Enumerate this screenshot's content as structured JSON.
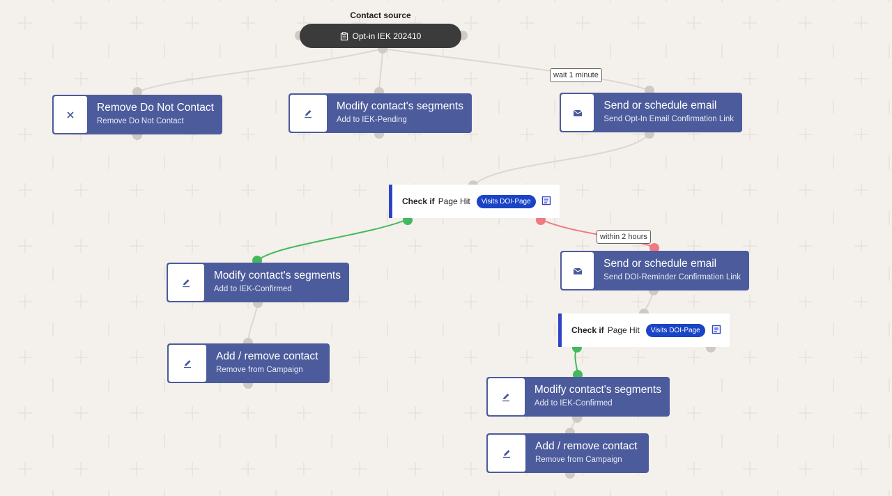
{
  "source": {
    "title": "Contact source",
    "name": "Opt-in IEK 202410",
    "icon": "clipboard-icon"
  },
  "actions": {
    "remove_dnc": {
      "title": "Remove Do Not Contact",
      "subtitle": "Remove Do Not Contact",
      "icon": "close-icon"
    },
    "modify_pending": {
      "title": "Modify contact's segments",
      "subtitle": "Add to IEK-Pending",
      "icon": "pencil-icon"
    },
    "email_optin": {
      "title": "Send or schedule email",
      "subtitle": "Send Opt-In Email Confirmation Link",
      "icon": "envelope-icon"
    },
    "modify_confirmed_left": {
      "title": "Modify contact's segments",
      "subtitle": "Add to IEK-Confirmed",
      "icon": "pencil-icon"
    },
    "remove_campaign_left": {
      "title": "Add / remove contact",
      "subtitle": "Remove from Campaign",
      "icon": "pencil-icon"
    },
    "email_reminder": {
      "title": "Send or schedule email",
      "subtitle": "Send DOI-Reminder Confirmation Link",
      "icon": "envelope-icon"
    },
    "modify_confirmed_right": {
      "title": "Modify contact's segments",
      "subtitle": "Add to IEK-Confirmed",
      "icon": "pencil-icon"
    },
    "remove_campaign_right": {
      "title": "Add / remove contact",
      "subtitle": "Remove from Campaign",
      "icon": "pencil-icon"
    }
  },
  "conditions": {
    "first": {
      "keyword": "Check if",
      "type": "Page Hit",
      "badge": "Visits DOI-Page",
      "icon": "notes-icon"
    },
    "second": {
      "keyword": "Check if",
      "type": "Page Hit",
      "badge": "Visits DOI-Page",
      "icon": "notes-icon"
    }
  },
  "delays": {
    "wait": "wait 1 minute",
    "within": "within 2 hours"
  },
  "colors": {
    "action": "#4c5b9b",
    "condition_accent": "#2d45c4",
    "badge": "#1a44c6",
    "yes_path": "#45b85d",
    "no_path": "#ee7a82",
    "source_pill": "#3b3b3b",
    "canvas": "#f4f0ec"
  }
}
